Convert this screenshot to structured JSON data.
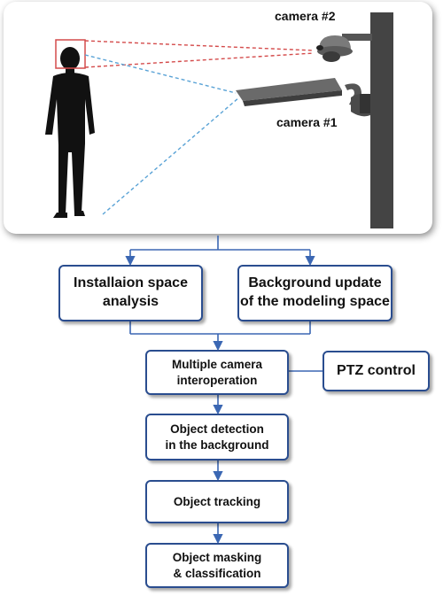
{
  "scene": {
    "camera2_label": "camera #2",
    "camera1_label": "camera #1"
  },
  "flow": {
    "install": "Installaion space\nanalysis",
    "background_update": "Background update\nof the modeling space",
    "multi_camera": "Multiple camera\ninteroperation",
    "ptz": "PTZ control",
    "detection": "Object detection\nin the background",
    "tracking": "Object tracking",
    "masking": "Object masking\n& classification"
  },
  "colors": {
    "border": "#2a4d8f",
    "connector": "#3b67b3",
    "red_dash": "#d44b4b",
    "blue_dash": "#5aa3d6",
    "silhouette": "#111111",
    "pole": "#444444"
  }
}
